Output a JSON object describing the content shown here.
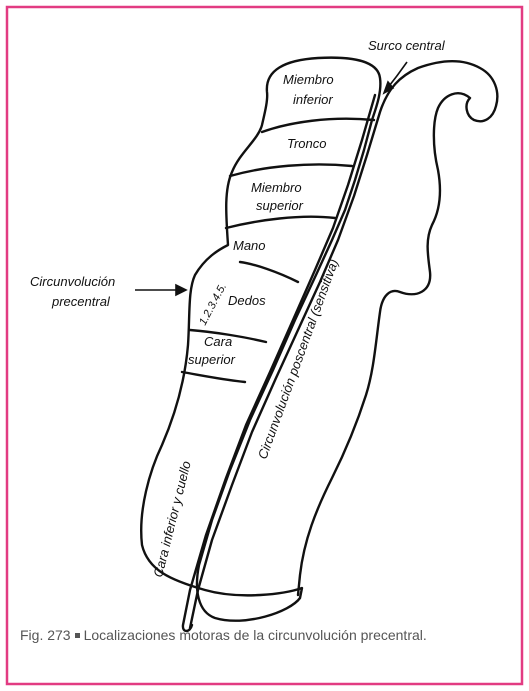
{
  "colors": {
    "frame": "#e23b82",
    "ink": "#111111",
    "caption": "#555555"
  },
  "labels": {
    "surco_central": "Surco central",
    "miembro_inferior_1": "Miembro",
    "miembro_inferior_2": "inferior",
    "tronco": "Tronco",
    "miembro_superior_1": "Miembro",
    "miembro_superior_2": "superior",
    "mano": "Mano",
    "dedos": "Dedos",
    "finger_numbers": "1.2.3.4.5.",
    "cara_superior_1": "Cara",
    "cara_superior_2": "superior",
    "cara_inferior": "Cara inferior y cuello",
    "circunvolucion_precentral_1": "Circunvolución",
    "circunvolucion_precentral_2": "precentral",
    "circunvolucion_poscentral": "Circunvolución poscentral (sensitiva)"
  },
  "caption": {
    "figure_number": "Fig. 273",
    "text": "Localizaciones motoras de la circunvolución precentral."
  }
}
